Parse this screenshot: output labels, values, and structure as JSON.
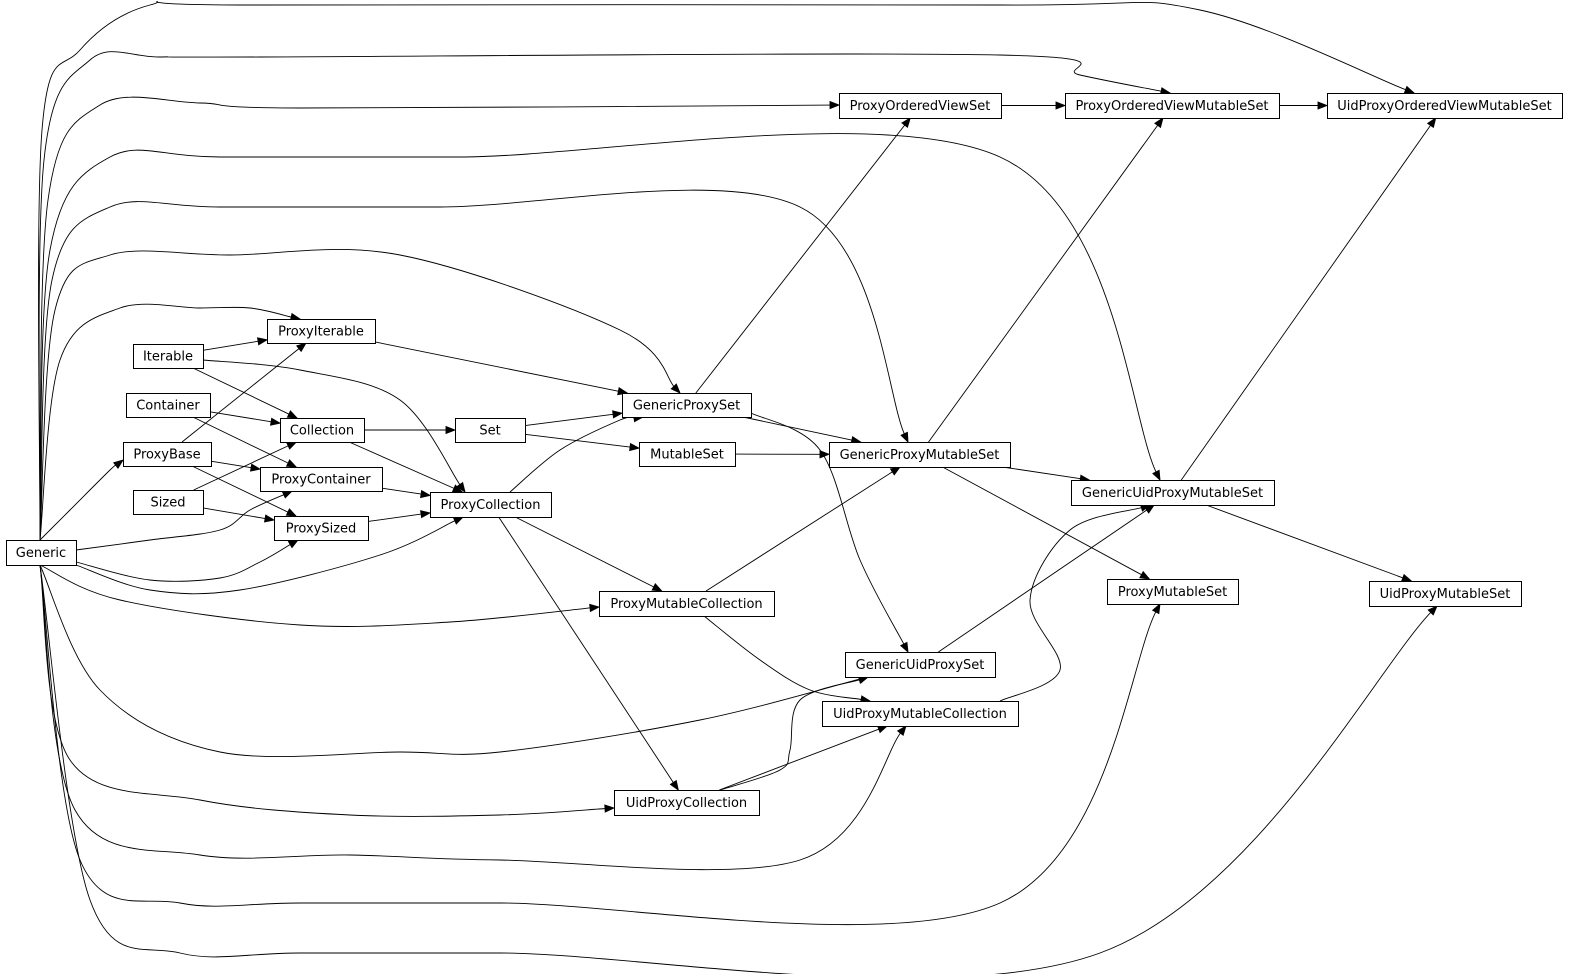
{
  "diagram": {
    "type": "class-inheritance-graph",
    "nodes": [
      {
        "id": "Generic",
        "label": "Generic"
      },
      {
        "id": "Iterable",
        "label": "Iterable"
      },
      {
        "id": "Container",
        "label": "Container"
      },
      {
        "id": "ProxyBase",
        "label": "ProxyBase"
      },
      {
        "id": "Sized",
        "label": "Sized"
      },
      {
        "id": "ProxyIterable",
        "label": "ProxyIterable"
      },
      {
        "id": "Collection",
        "label": "Collection"
      },
      {
        "id": "ProxyContainer",
        "label": "ProxyContainer"
      },
      {
        "id": "ProxySized",
        "label": "ProxySized"
      },
      {
        "id": "Set",
        "label": "Set"
      },
      {
        "id": "ProxyCollection",
        "label": "ProxyCollection"
      },
      {
        "id": "GenericProxySet",
        "label": "GenericProxySet"
      },
      {
        "id": "MutableSet",
        "label": "MutableSet"
      },
      {
        "id": "ProxyMutableCollection",
        "label": "ProxyMutableCollection"
      },
      {
        "id": "UidProxyCollection",
        "label": "UidProxyCollection"
      },
      {
        "id": "ProxyOrderedViewSet",
        "label": "ProxyOrderedViewSet"
      },
      {
        "id": "GenericProxyMutableSet",
        "label": "GenericProxyMutableSet"
      },
      {
        "id": "GenericUidProxySet",
        "label": "GenericUidProxySet"
      },
      {
        "id": "UidProxyMutableCollection",
        "label": "UidProxyMutableCollection"
      },
      {
        "id": "ProxyOrderedViewMutableSet",
        "label": "ProxyOrderedViewMutableSet"
      },
      {
        "id": "GenericUidProxyMutableSet",
        "label": "GenericUidProxyMutableSet"
      },
      {
        "id": "ProxyMutableSet",
        "label": "ProxyMutableSet"
      },
      {
        "id": "UidProxyOrderedViewMutableSet",
        "label": "UidProxyOrderedViewMutableSet"
      },
      {
        "id": "UidProxyMutableSet",
        "label": "UidProxyMutableSet"
      }
    ],
    "edges": [
      {
        "from": "Generic",
        "to": "UidProxyOrderedViewMutableSet"
      },
      {
        "from": "Generic",
        "to": "ProxyOrderedViewMutableSet"
      },
      {
        "from": "Generic",
        "to": "ProxyOrderedViewSet"
      },
      {
        "from": "Generic",
        "to": "GenericUidProxyMutableSet"
      },
      {
        "from": "Generic",
        "to": "GenericProxyMutableSet"
      },
      {
        "from": "Generic",
        "to": "GenericProxySet"
      },
      {
        "from": "Generic",
        "to": "ProxyIterable"
      },
      {
        "from": "Generic",
        "to": "ProxyBase"
      },
      {
        "from": "Generic",
        "to": "ProxyContainer"
      },
      {
        "from": "Generic",
        "to": "ProxySized"
      },
      {
        "from": "Generic",
        "to": "ProxyCollection"
      },
      {
        "from": "Generic",
        "to": "ProxyMutableCollection"
      },
      {
        "from": "Generic",
        "to": "GenericUidProxySet"
      },
      {
        "from": "Generic",
        "to": "UidProxyCollection"
      },
      {
        "from": "Generic",
        "to": "UidProxyMutableCollection"
      },
      {
        "from": "Generic",
        "to": "ProxyMutableSet"
      },
      {
        "from": "Generic",
        "to": "UidProxyMutableSet"
      },
      {
        "from": "Iterable",
        "to": "ProxyIterable"
      },
      {
        "from": "Iterable",
        "to": "Collection"
      },
      {
        "from": "Iterable",
        "to": "ProxyCollection"
      },
      {
        "from": "Container",
        "to": "Collection"
      },
      {
        "from": "Container",
        "to": "ProxyContainer"
      },
      {
        "from": "ProxyBase",
        "to": "ProxyIterable"
      },
      {
        "from": "ProxyBase",
        "to": "ProxyContainer"
      },
      {
        "from": "ProxyBase",
        "to": "ProxySized"
      },
      {
        "from": "Sized",
        "to": "Collection"
      },
      {
        "from": "Sized",
        "to": "ProxySized"
      },
      {
        "from": "ProxyIterable",
        "to": "GenericProxySet"
      },
      {
        "from": "Collection",
        "to": "Set"
      },
      {
        "from": "Collection",
        "to": "ProxyCollection"
      },
      {
        "from": "ProxyContainer",
        "to": "ProxyCollection"
      },
      {
        "from": "ProxySized",
        "to": "ProxyCollection"
      },
      {
        "from": "Set",
        "to": "GenericProxySet"
      },
      {
        "from": "Set",
        "to": "MutableSet"
      },
      {
        "from": "ProxyCollection",
        "to": "GenericProxySet"
      },
      {
        "from": "ProxyCollection",
        "to": "ProxyMutableCollection"
      },
      {
        "from": "ProxyCollection",
        "to": "UidProxyCollection"
      },
      {
        "from": "GenericProxySet",
        "to": "ProxyOrderedViewSet"
      },
      {
        "from": "GenericProxySet",
        "to": "GenericProxyMutableSet"
      },
      {
        "from": "GenericProxySet",
        "to": "GenericUidProxySet"
      },
      {
        "from": "MutableSet",
        "to": "GenericProxyMutableSet"
      },
      {
        "from": "ProxyMutableCollection",
        "to": "GenericProxyMutableSet"
      },
      {
        "from": "ProxyMutableCollection",
        "to": "UidProxyMutableCollection"
      },
      {
        "from": "UidProxyCollection",
        "to": "GenericUidProxySet"
      },
      {
        "from": "UidProxyCollection",
        "to": "UidProxyMutableCollection"
      },
      {
        "from": "ProxyOrderedViewSet",
        "to": "ProxyOrderedViewMutableSet"
      },
      {
        "from": "GenericProxyMutableSet",
        "to": "ProxyOrderedViewMutableSet"
      },
      {
        "from": "GenericProxyMutableSet",
        "to": "GenericUidProxyMutableSet"
      },
      {
        "from": "GenericProxyMutableSet",
        "to": "ProxyMutableSet"
      },
      {
        "from": "GenericUidProxySet",
        "to": "GenericUidProxyMutableSet"
      },
      {
        "from": "UidProxyMutableCollection",
        "to": "GenericUidProxyMutableSet"
      },
      {
        "from": "ProxyOrderedViewMutableSet",
        "to": "UidProxyOrderedViewMutableSet"
      },
      {
        "from": "GenericUidProxyMutableSet",
        "to": "UidProxyOrderedViewMutableSet"
      },
      {
        "from": "GenericUidProxyMutableSet",
        "to": "UidProxyMutableSet"
      }
    ]
  }
}
